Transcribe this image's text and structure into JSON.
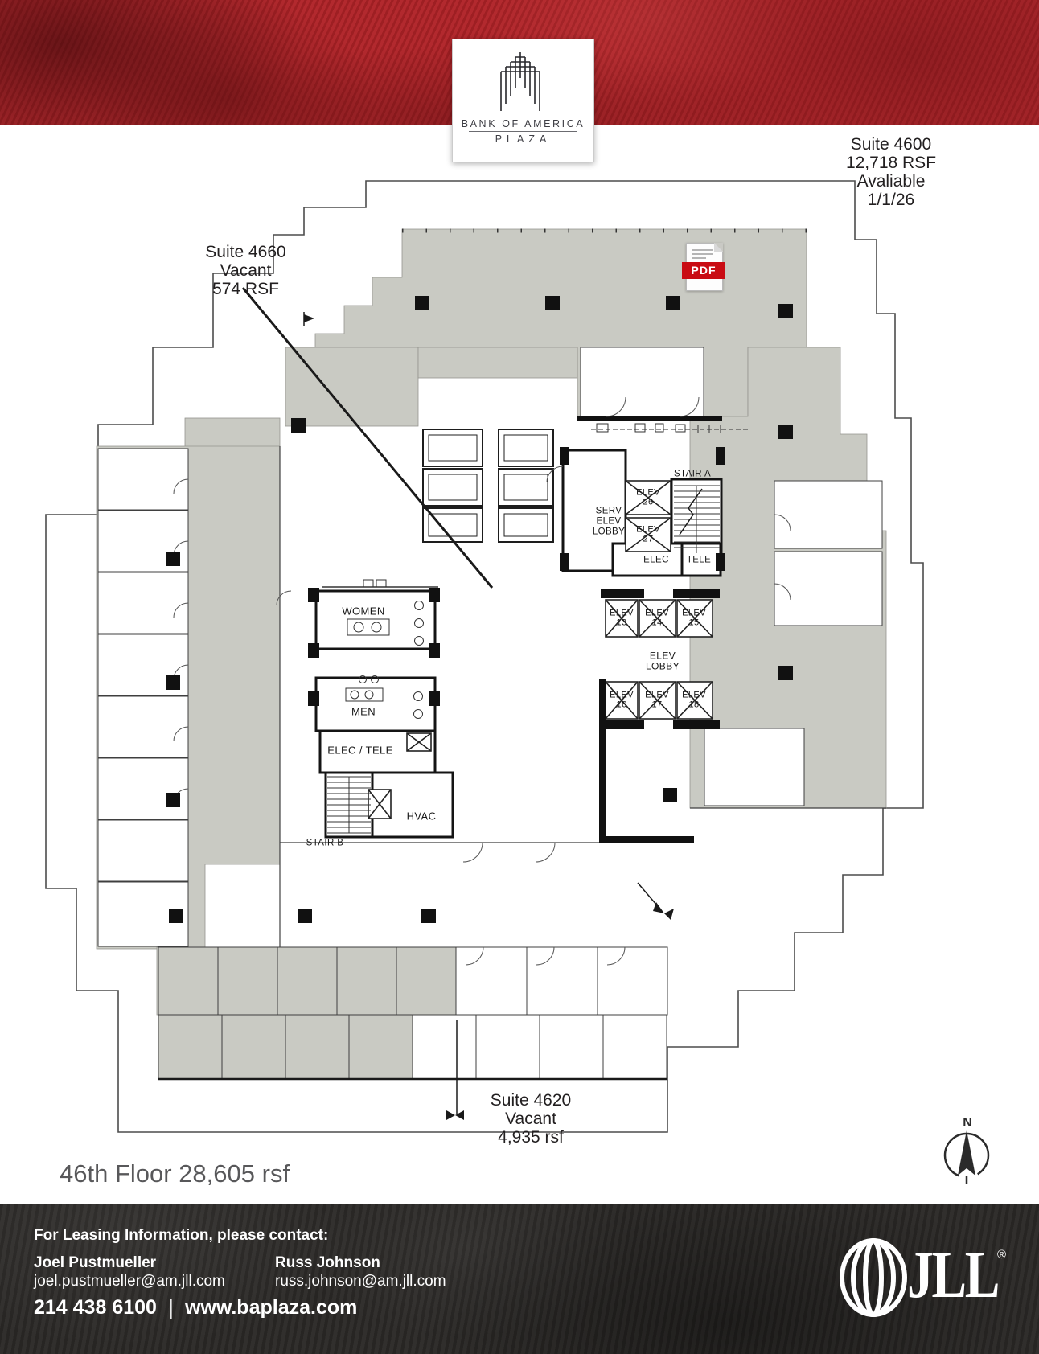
{
  "header": {
    "logo": {
      "line1": "BANK OF AMERICA",
      "line2": "PLAZA",
      "icon": "building-tower-icon"
    }
  },
  "annotations": {
    "suite4600": {
      "text": "Suite 4600\n12,718  RSF\nAvaliable 1/1/26"
    },
    "suite4660": {
      "text": "Suite 4660\nVacant\n574 RSF"
    },
    "suite4620": {
      "text": "Suite 4620\nVacant\n4,935 rsf"
    },
    "floor_label": "46th Floor 28,605 rsf",
    "compass_n": "N"
  },
  "plan": {
    "pdf_icon_label": "PDF",
    "labels": [
      {
        "text": "WOMEN"
      },
      {
        "text": "MEN"
      },
      {
        "text": "ELEC / TELE"
      },
      {
        "text": "STAIR B"
      },
      {
        "text": "HVAC"
      },
      {
        "text": "SERV\nELEV\nLOBBY"
      },
      {
        "text": "ELEV\n26"
      },
      {
        "text": "ELEV\n27"
      },
      {
        "text": "STAIR A"
      },
      {
        "text": "ELEC"
      },
      {
        "text": "TELE"
      },
      {
        "text": "ELEV\n13"
      },
      {
        "text": "ELEV\n14"
      },
      {
        "text": "ELEV\n15"
      },
      {
        "text": "ELEV\nLOBBY"
      },
      {
        "text": "ELEV\n16"
      },
      {
        "text": "ELEV\n17"
      },
      {
        "text": "ELEV\n18"
      }
    ]
  },
  "footer": {
    "heading": "For Leasing Information, please contact:",
    "contacts": [
      {
        "name": "Joel Pustmueller",
        "email": "joel.pustmueller@am.jll.com"
      },
      {
        "name": "Russ Johnson",
        "email": "russ.johnson@am.jll.com"
      }
    ],
    "phone": "214 438 6100",
    "separator": "|",
    "website": "www.baplaza.com",
    "brand": "JLL",
    "registered": "®"
  },
  "colors": {
    "header_red": "#b02227",
    "footer_charcoal": "#2c2a28",
    "plan_gray": "#c9cac3",
    "pdf_red": "#c90b13"
  }
}
